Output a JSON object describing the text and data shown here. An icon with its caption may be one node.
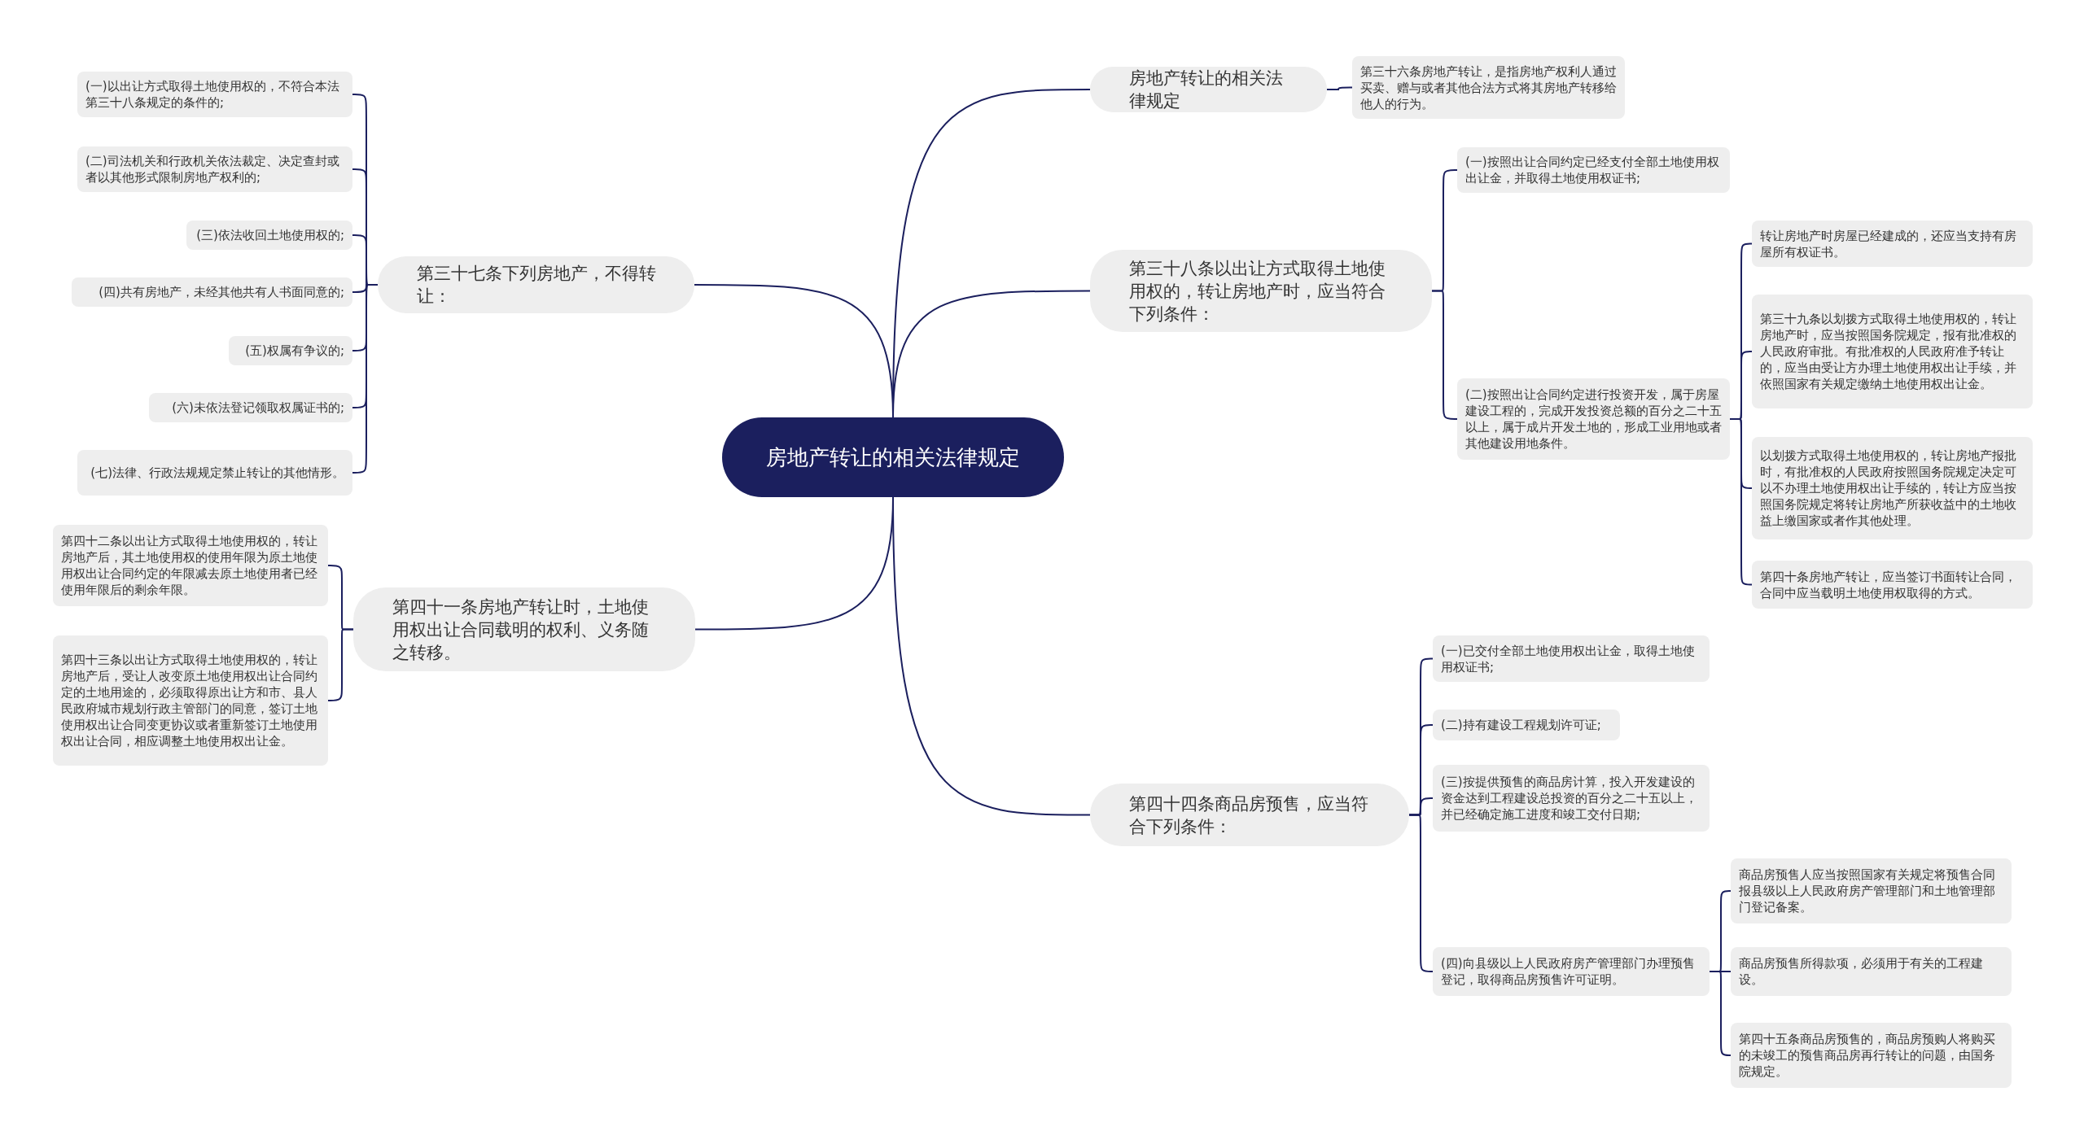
{
  "diagram": {
    "nodes": [
      {
        "text": [
          "房地产转让的相关法律规定"
        ]
      },
      {
        "text": [
          "房地产转让的相关法律规定"
        ]
      },
      {
        "text": [
          "第三十六条房地产转让，是指房地产权利人通过买卖、赠与或者其他合法方式将其房地产转移给他人的行为。"
        ]
      },
      {
        "text": [
          "第三十八条以出让方式取得土地使用权的，转让房地产时，应当符合下列条件："
        ]
      },
      {
        "text": [
          "(一)按照出让合同约定已经支付全部土地使用权出让金，并取得土地使用权证书;"
        ]
      },
      {
        "text": [
          "(二)按照出让合同约定进行投资开发，属于房屋建设工程的，完成开发投资总额的百分之二十五以上，属于成片开发土地的，形成工业用地或者其他建设用地条件。"
        ]
      },
      {
        "text": [
          "转让房地产时房屋已经建成的，还应当支持有房屋所有权证书。"
        ]
      },
      {
        "text": [
          "第三十九条以划拨方式取得土地使用权的，转让房地产时，应当按照国务院规定，报有批准权的人民政府审批。有批准权的人民政府准予转让的，应当由受让方办理土地使用权出让手续，并依照国家有关规定缴纳土地使用权出让金。"
        ]
      },
      {
        "text": [
          "以划拨方式取得土地使用权的，转让房地产报批时，有批准权的人民政府按照国务院规定决定可以不办理土地使用权出让手续的，转让方应当按照国务院规定将转让房地产所获收益中的土地收益上缴国家或者作其他处理。"
        ]
      },
      {
        "text": [
          "第四十条房地产转让，应当签订书面转让合同，合同中应当载明土地使用权取得的方式。"
        ]
      },
      {
        "text": [
          "第四十四条商品房预售，应当符合下列条件："
        ]
      },
      {
        "text": [
          "(一)已交付全部土地使用权出让金，取得土地使用权证书;"
        ]
      },
      {
        "text": [
          "(二)持有建设工程规划许可证;"
        ]
      },
      {
        "text": [
          "(三)按提供预售的商品房计算，投入开发建设的资金达到工程建设总投资的百分之二十五以上，并已经确定施工进度和竣工交付日期;"
        ]
      },
      {
        "text": [
          "(四)向县级以上人民政府房产管理部门办理预售登记，取得商品房预售许可证明。"
        ]
      },
      {
        "text": [
          "商品房预售人应当按照国家有关规定将预售合同报县级以上人民政府房产管理部门和土地管理部门登记备案。"
        ]
      },
      {
        "text": [
          "商品房预售所得款项，必须用于有关的工程建设。"
        ]
      },
      {
        "text": [
          "第四十五条商品房预售的，商品房预购人将购买的未竣工的预售商品房再行转让的问题，由国务院规定。"
        ]
      },
      {
        "text": [
          "第三十七条下列房地产，不得转让："
        ]
      },
      {
        "text": [
          "(一)以出让方式取得土地使用权的，不符合本法第三十八条规定的条件的;"
        ]
      },
      {
        "text": [
          "(二)司法机关和行政机关依法裁定、决定查封或者以其他形式限制房地产权利的;"
        ]
      },
      {
        "text": [
          "(三)依法收回土地使用权的;"
        ]
      },
      {
        "text": [
          "(四)共有房地产，未经其他共有人书面同意的;"
        ]
      },
      {
        "text": [
          "(五)权属有争议的;"
        ]
      },
      {
        "text": [
          "(六)未依法登记领取权属证书的;"
        ]
      },
      {
        "text": [
          "(七)法律、行政法规规定禁止转让的其他情形。"
        ]
      },
      {
        "text": [
          "第四十一条房地产转让时，土地使用权出让合同载明的权利、义务随之转移。"
        ]
      },
      {
        "text": [
          "第四十二条以出让方式取得土地使用权的，转让房地产后，其土地使用权的使用年限为原土地使用权出让合同约定的年限减去原土地使用者已经使用年限后的剩余年限。"
        ]
      },
      {
        "text": [
          "第四十三条以出让方式取得土地使用权的，转让房地产后，受让人改变原土地使用权出让合同约定的土地用途的，必须取得原出让方和市、县人民政府城市规划行政主管部门的同意，签订土地使用权出让合同变更协议或者重新签订土地使用权出让合同，相应调整土地使用权出让金。"
        ]
      }
    ],
    "edges": [
      {
        "from": 0,
        "to": 1,
        "arrow": "none"
      },
      {
        "from": 1,
        "to": 2,
        "arrow": "none"
      },
      {
        "from": 0,
        "to": 3,
        "arrow": "none"
      },
      {
        "from": 3,
        "to": 4,
        "arrow": "none"
      },
      {
        "from": 3,
        "to": 5,
        "arrow": "none"
      },
      {
        "from": 5,
        "to": 6,
        "arrow": "none"
      },
      {
        "from": 5,
        "to": 7,
        "arrow": "none"
      },
      {
        "from": 5,
        "to": 8,
        "arrow": "none"
      },
      {
        "from": 5,
        "to": 9,
        "arrow": "none"
      },
      {
        "from": 0,
        "to": 10,
        "arrow": "none"
      },
      {
        "from": 10,
        "to": 11,
        "arrow": "none"
      },
      {
        "from": 10,
        "to": 12,
        "arrow": "none"
      },
      {
        "from": 10,
        "to": 13,
        "arrow": "none"
      },
      {
        "from": 10,
        "to": 14,
        "arrow": "none"
      },
      {
        "from": 14,
        "to": 15,
        "arrow": "none"
      },
      {
        "from": 14,
        "to": 16,
        "arrow": "none"
      },
      {
        "from": 14,
        "to": 17,
        "arrow": "none"
      },
      {
        "from": 0,
        "to": 18,
        "arrow": "none"
      },
      {
        "from": 18,
        "to": 19,
        "arrow": "none"
      },
      {
        "from": 18,
        "to": 20,
        "arrow": "none"
      },
      {
        "from": 18,
        "to": 21,
        "arrow": "none"
      },
      {
        "from": 18,
        "to": 22,
        "arrow": "none"
      },
      {
        "from": 18,
        "to": 23,
        "arrow": "none"
      },
      {
        "from": 18,
        "to": 24,
        "arrow": "none"
      },
      {
        "from": 18,
        "to": 25,
        "arrow": "none"
      },
      {
        "from": 0,
        "to": 26,
        "arrow": "none"
      },
      {
        "from": 26,
        "to": 27,
        "arrow": "none"
      },
      {
        "from": 26,
        "to": 28,
        "arrow": "none"
      }
    ]
  }
}
